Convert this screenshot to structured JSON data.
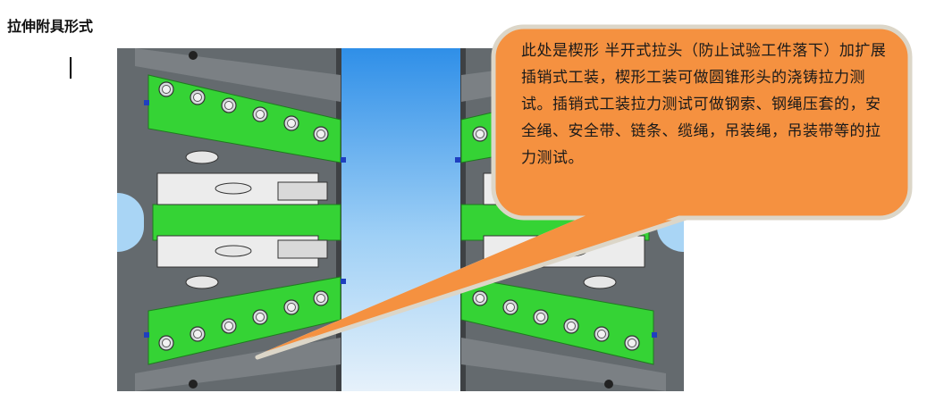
{
  "page": {
    "heading": "拉伸附具形式"
  },
  "callout": {
    "text": "此处是楔形 半开式拉头（防止试验工件落下）加扩展 插销式工装，楔形工装可做圆锥形头的浇铸拉力测试。插销式工装拉力测试可做钢索、钢绳压套的，安全绳、安全带、链条、缆绳，吊装绳，吊装带等的拉力测试。",
    "fill_color": "#f59140",
    "stroke_color": "#dcd6c8"
  },
  "figure": {
    "description_icon": "wedge-grip-fixture-render",
    "colors": {
      "green": "#35d335",
      "grey": "#6b6f73",
      "dark": "#4c4f52",
      "blue_top": "#2f8fe8",
      "blue_bottom": "#dcecf9"
    }
  }
}
